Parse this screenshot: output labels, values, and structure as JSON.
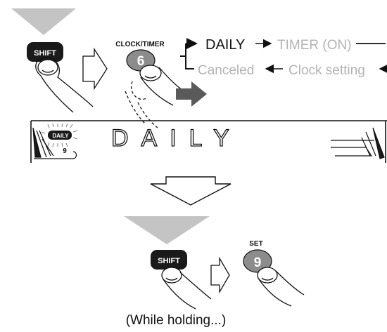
{
  "keys": {
    "shift_label": "SHIFT",
    "clock_timer_label": "CLOCK/TIMER",
    "clock_timer_number": "6",
    "set_label": "SET",
    "set_number": "9"
  },
  "cycle": {
    "daily": "DAILY",
    "timer_on": "TIMER (ON)",
    "canceled": "Canceled",
    "clock_setting": "Clock setting"
  },
  "display": {
    "indicator": "DAILY",
    "indicator_number": "9",
    "text": "DAILY"
  },
  "caption": "(While holding...)",
  "colors": {
    "gray_arrow": "#c4c4c4",
    "dark_arrow": "#5a5a5a",
    "key_black": "#1a1a1a",
    "key_gray": "#8c8c8c",
    "muted_text": "#b3b3b3"
  }
}
